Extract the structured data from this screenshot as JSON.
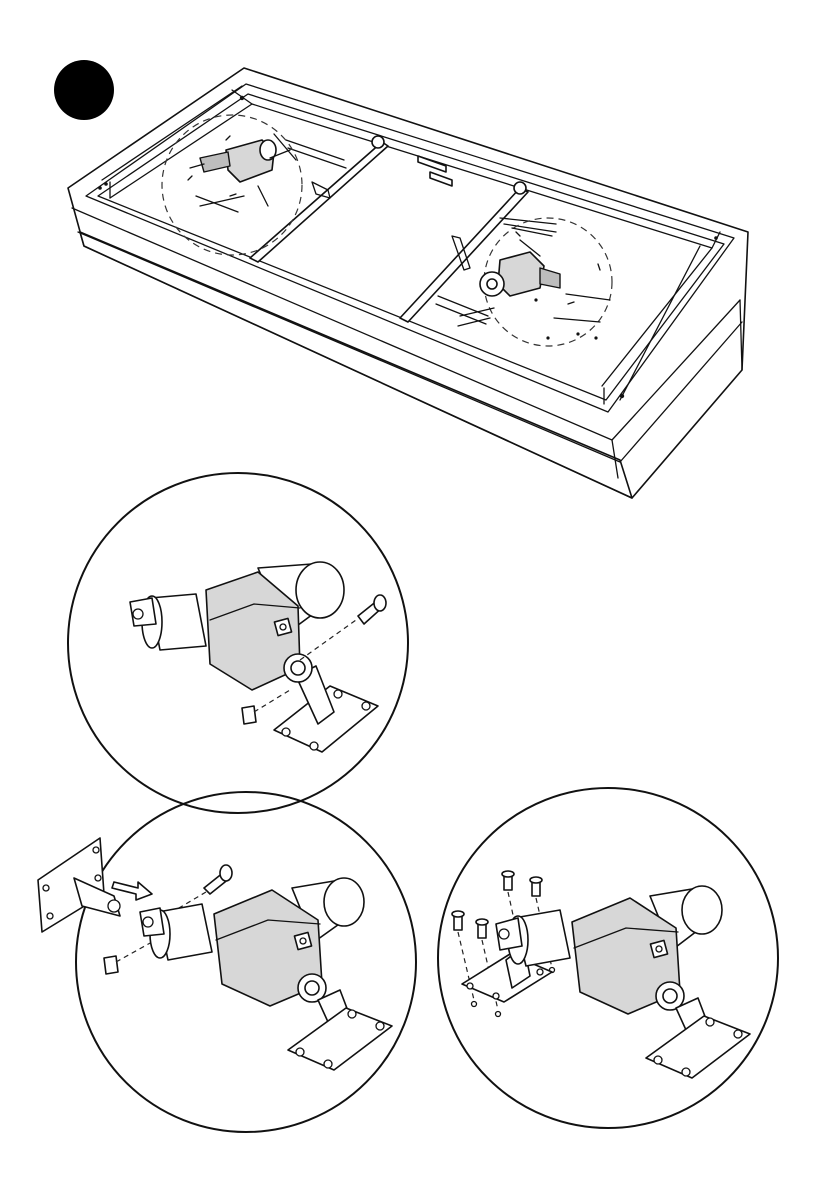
{
  "page": {
    "step_marker": "",
    "step_marker_color": "#000000",
    "line_color": "#111111",
    "fill_grey": "#d7d7d7"
  },
  "figures": {
    "overview": "bed-frame-overview",
    "detail_top": "actuator-pin-removal",
    "detail_bottom_left": "actuator-bracket-mounting",
    "detail_bottom_right": "bracket-screw-fixing"
  }
}
